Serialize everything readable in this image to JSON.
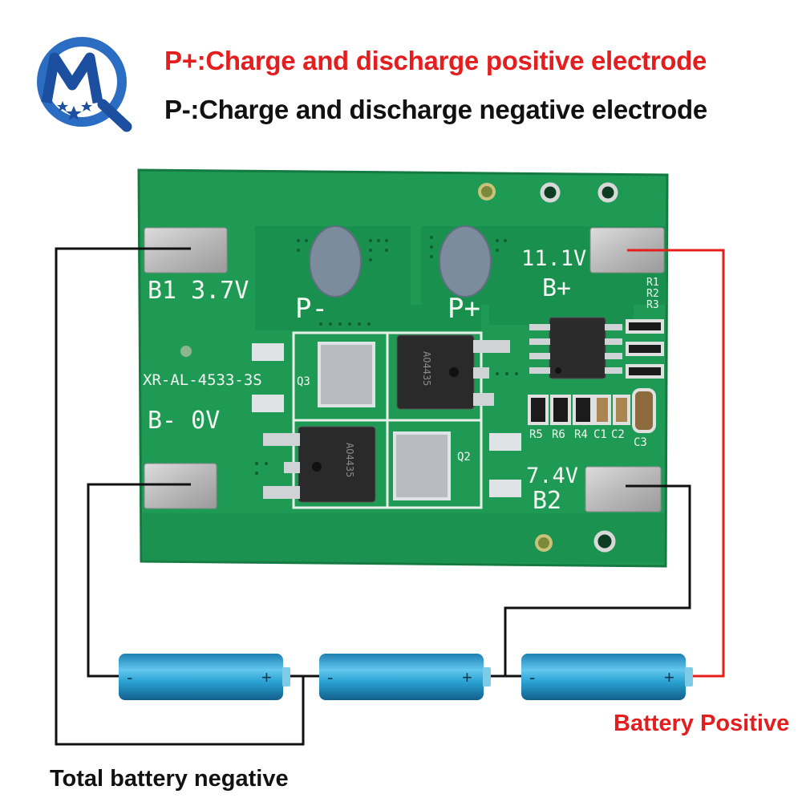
{
  "header": {
    "positive_line": "P+:Charge and discharge positive electrode",
    "negative_line": "P-:Charge and discharge negative electrode"
  },
  "logo": {
    "letters": "MQ"
  },
  "board": {
    "pad_b1_label": "B1 3.7V",
    "pad_bminus_label": "B- 0V",
    "pad_b2_label": "B2",
    "pad_b2_voltage": "7.4V",
    "pad_bplus_label": "B+",
    "pad_bplus_voltage": "11.1V",
    "p_minus_label": "P-",
    "p_plus_label": "P+",
    "model_label": "XR-AL-4533-3S",
    "q3_label": "Q3",
    "q2_label": "Q2",
    "resistor_labels": [
      "R1",
      "R2",
      "R3"
    ],
    "component_labels": [
      "R5",
      "R6",
      "R4",
      "C1",
      "C2",
      "C3"
    ],
    "mosfet_marking": "AO4435"
  },
  "batteries": {
    "count": 3,
    "minus_symbol": "-",
    "plus_symbol": "+"
  },
  "captions": {
    "battery_positive": "Battery Positive",
    "total_battery_negative": "Total battery negative"
  },
  "colors": {
    "board_green": "#1f9a55",
    "header_red": "#e41e1e",
    "wire_red": "#e41e1e",
    "wire_black": "#111111",
    "battery_blue": "#2aa3d3",
    "logo_blue": "#1d4fa0"
  }
}
